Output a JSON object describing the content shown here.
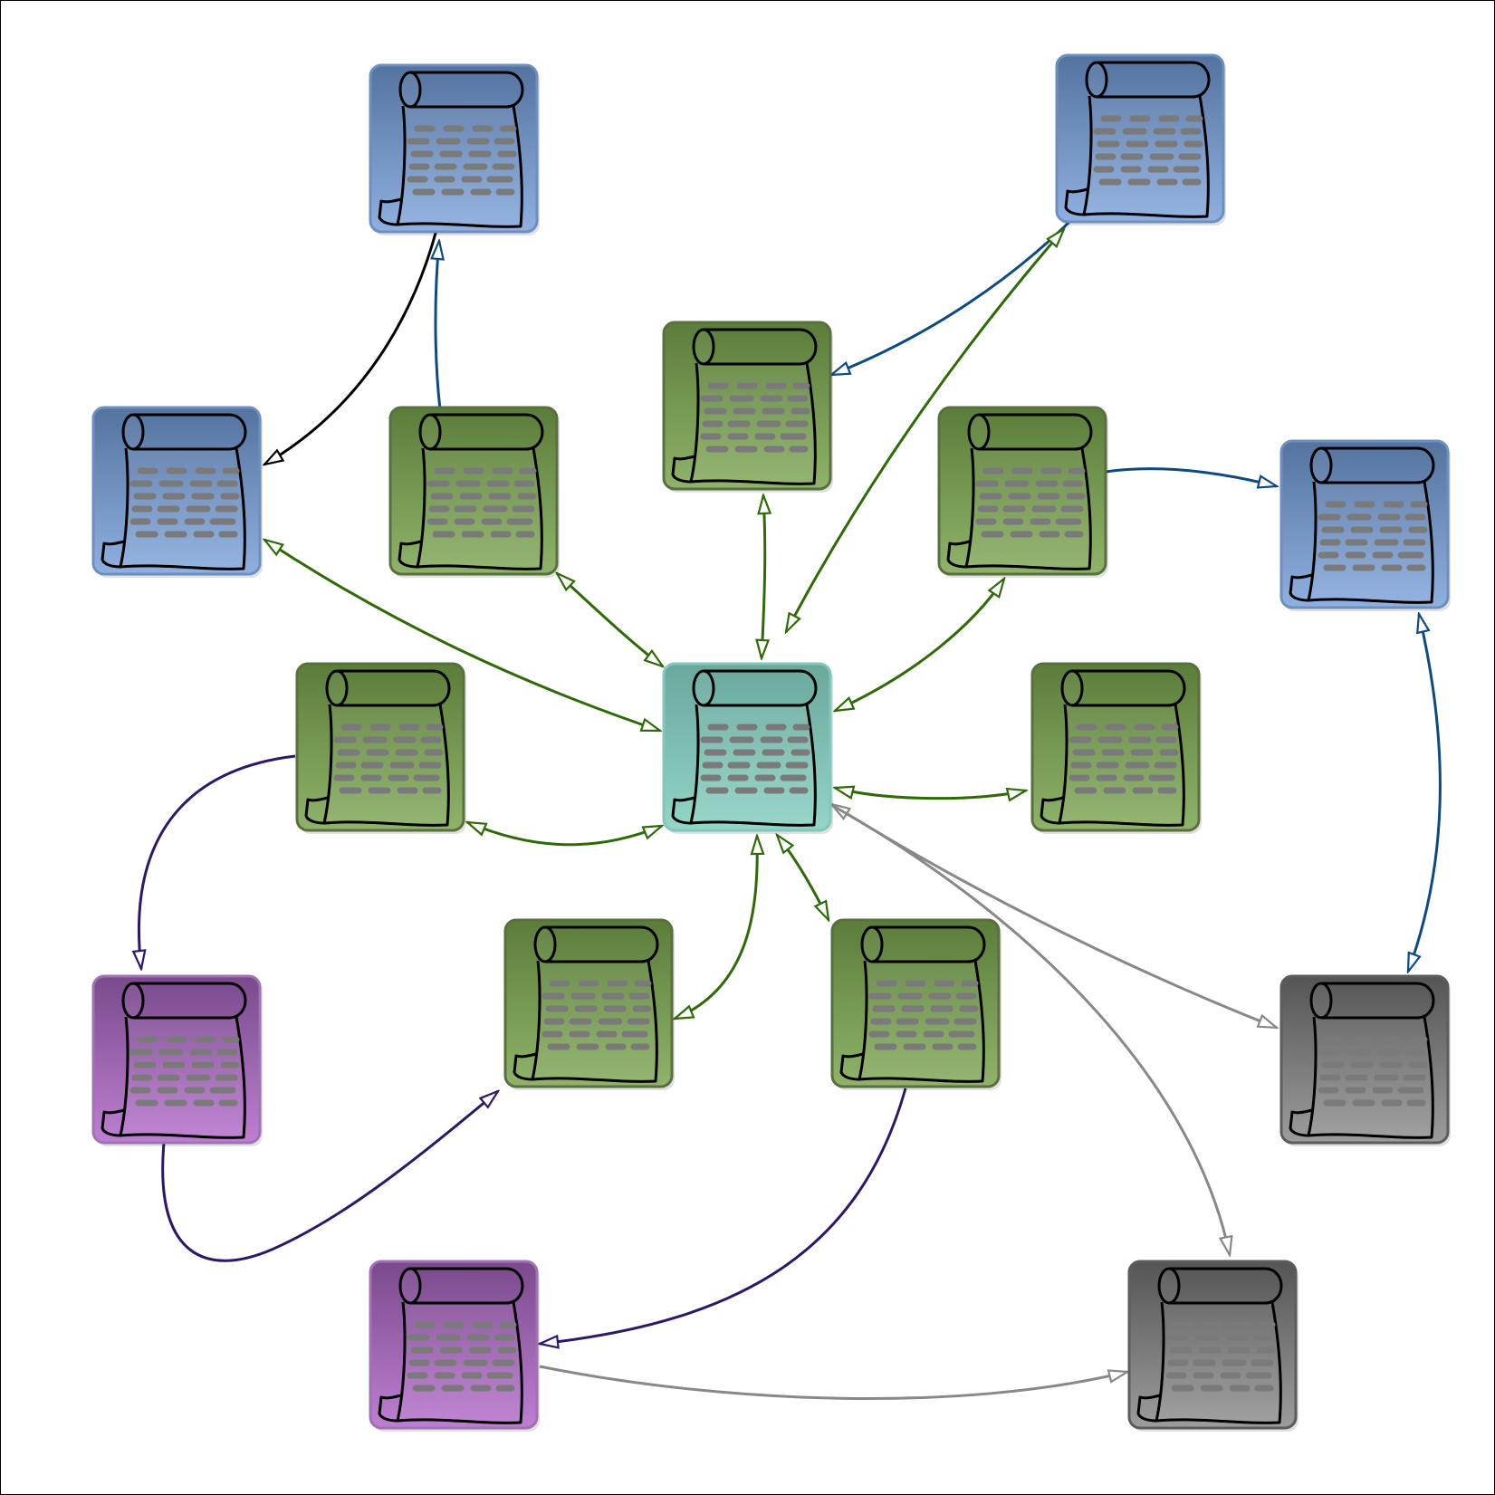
{
  "diagram": {
    "node_icon": "scroll-document-icon",
    "palette": {
      "blue": {
        "top": "#54739f",
        "bottom": "#8fb0e0",
        "border": "#6d8fbf"
      },
      "green": {
        "top": "#5b7d3a",
        "bottom": "#8fb36a",
        "border": "#58703e"
      },
      "teal": {
        "top": "#6aa89c",
        "bottom": "#93d5c7",
        "border": "#82c7bb"
      },
      "purple": {
        "top": "#7a4a8c",
        "bottom": "#be7fd2",
        "border": "#a071b3"
      },
      "gray": {
        "top": "#555555",
        "bottom": "#9c9c9c",
        "border": "#5c5c5c"
      }
    },
    "edge_colors": {
      "blue": "#0e4a82",
      "green": "#2e6b06",
      "purple": "#2d1868",
      "gray": "#888888",
      "black": "#000000"
    },
    "nodes": [
      {
        "id": "blue-top-left",
        "color": "blue"
      },
      {
        "id": "blue-top-right",
        "color": "blue"
      },
      {
        "id": "blue-left",
        "color": "blue"
      },
      {
        "id": "blue-right",
        "color": "blue"
      },
      {
        "id": "green-upper-left",
        "color": "green"
      },
      {
        "id": "green-top-center",
        "color": "green"
      },
      {
        "id": "green-upper-right",
        "color": "green"
      },
      {
        "id": "green-mid-left",
        "color": "green"
      },
      {
        "id": "green-mid-right",
        "color": "green"
      },
      {
        "id": "green-low-left",
        "color": "green"
      },
      {
        "id": "green-low-right",
        "color": "green"
      },
      {
        "id": "center-hub",
        "color": "teal"
      },
      {
        "id": "purple-left",
        "color": "purple"
      },
      {
        "id": "purple-bottom",
        "color": "purple"
      },
      {
        "id": "gray-right",
        "color": "gray"
      },
      {
        "id": "gray-bottom",
        "color": "gray"
      }
    ],
    "edges": [
      {
        "from": "blue-top-left",
        "to": "blue-left",
        "color": "black",
        "bidirectional": false
      },
      {
        "from": "green-upper-left",
        "to": "blue-top-left",
        "color": "blue",
        "bidirectional": false
      },
      {
        "from": "blue-top-right",
        "to": "green-top-center",
        "color": "blue",
        "bidirectional": false
      },
      {
        "from": "center-hub",
        "to": "blue-top-right",
        "color": "green",
        "bidirectional": true
      },
      {
        "from": "green-upper-right",
        "to": "blue-right",
        "color": "blue",
        "bidirectional": false
      },
      {
        "from": "blue-right",
        "to": "gray-right",
        "color": "blue",
        "bidirectional": true
      },
      {
        "from": "blue-left",
        "to": "center-hub",
        "color": "green",
        "bidirectional": true
      },
      {
        "from": "green-upper-left",
        "to": "center-hub",
        "color": "green",
        "bidirectional": true
      },
      {
        "from": "green-top-center",
        "to": "center-hub",
        "color": "green",
        "bidirectional": true
      },
      {
        "from": "green-upper-right",
        "to": "center-hub",
        "color": "green",
        "bidirectional": true
      },
      {
        "from": "green-mid-right",
        "to": "center-hub",
        "color": "green",
        "bidirectional": true
      },
      {
        "from": "green-mid-left",
        "to": "center-hub",
        "color": "green",
        "bidirectional": true
      },
      {
        "from": "center-hub",
        "to": "green-low-left",
        "color": "green",
        "bidirectional": true
      },
      {
        "from": "center-hub",
        "to": "green-low-right",
        "color": "green",
        "bidirectional": true
      },
      {
        "from": "gray-right",
        "to": "center-hub",
        "color": "gray",
        "bidirectional": true
      },
      {
        "from": "center-hub",
        "to": "gray-bottom",
        "color": "gray",
        "bidirectional": false
      },
      {
        "from": "green-mid-left",
        "to": "purple-left",
        "color": "purple",
        "bidirectional": false
      },
      {
        "from": "purple-left",
        "to": "green-low-left",
        "color": "purple",
        "bidirectional": false
      },
      {
        "from": "green-low-right",
        "to": "purple-bottom",
        "color": "purple",
        "bidirectional": false
      },
      {
        "from": "purple-bottom",
        "to": "gray-bottom",
        "color": "gray",
        "bidirectional": false
      }
    ]
  }
}
